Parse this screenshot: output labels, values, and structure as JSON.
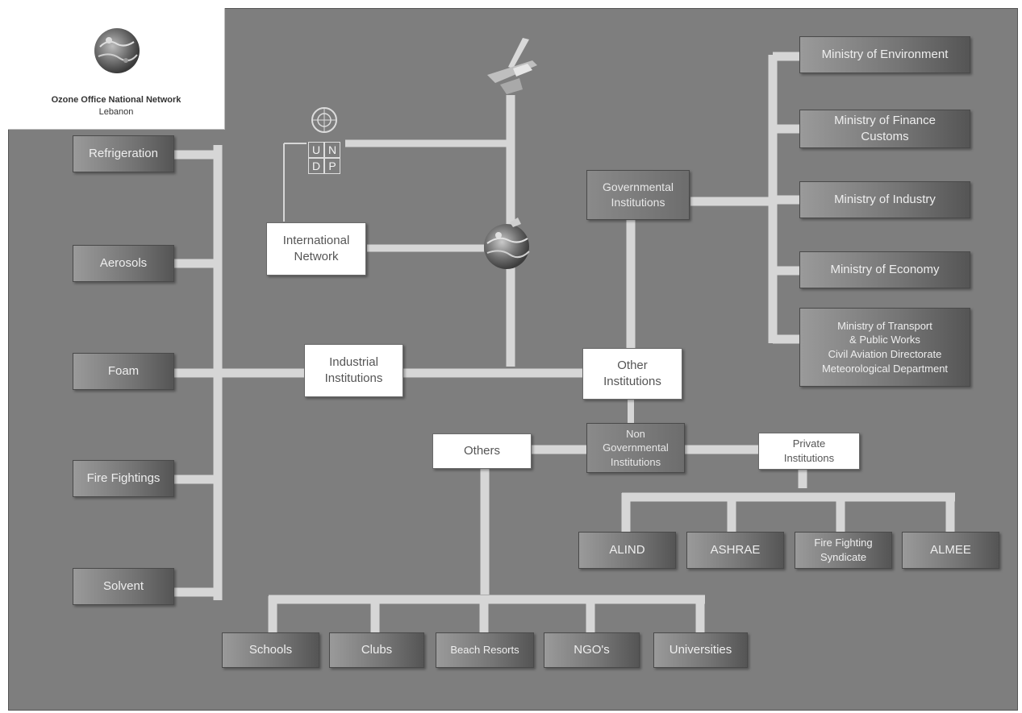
{
  "header": {
    "title": "Ozone Office National Network",
    "subtitle": "Lebanon"
  },
  "undp": {
    "letters": [
      "U",
      "N",
      "D",
      "P"
    ]
  },
  "sectors": {
    "refrigeration": "Refrigeration",
    "aerosols": "Aerosols",
    "foam": "Foam",
    "fire_fightings": "Fire Fightings",
    "solvent": "Solvent"
  },
  "central": {
    "international_network": "International\nNetwork",
    "industrial_institutions": "Industrial\nInstitutions",
    "other_institutions": "Other\nInstitutions",
    "governmental_institutions": "Governmental\nInstitutions",
    "non_governmental_institutions": "Non\nGovernmental\nInstitutions",
    "others": "Others",
    "private_institutions": "Private\nInstitutions"
  },
  "ministries": {
    "environment": "Ministry of Environment",
    "finance": "Ministry of Finance\nCustoms",
    "industry": "Ministry of Industry",
    "economy": "Ministry of Economy",
    "transport": "Ministry of Transport\n& Public Works\nCivil Aviation Directorate\nMeteorological Department"
  },
  "private": {
    "alind": "ALIND",
    "ashrae": "ASHRAE",
    "fire_fighting_syndicate": "Fire Fighting\nSyndicate",
    "almee": "ALMEE"
  },
  "others_children": {
    "schools": "Schools",
    "clubs": "Clubs",
    "beach_resorts": "Beach Resorts",
    "ngos": "NGO's",
    "universities": "Universities"
  },
  "colors": {
    "background": "#7e7e7e",
    "connector": "#d6d6d6",
    "box_light": "#ffffff",
    "box_dark": "#747474"
  }
}
